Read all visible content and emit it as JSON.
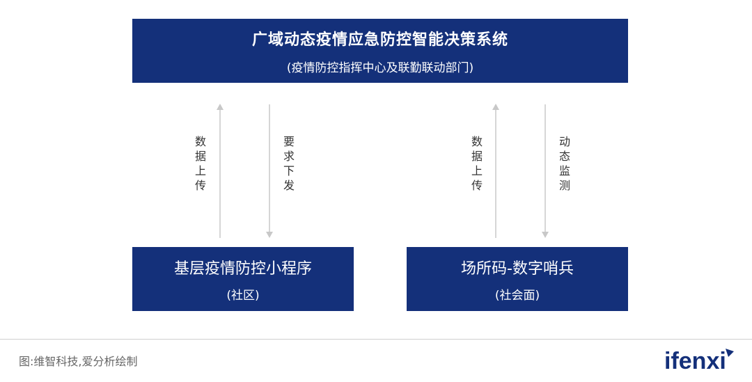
{
  "top_box": {
    "title": "广域动态疫情应急防控智能决策系统",
    "subtitle": "(疫情防控指挥中心及联勤联动部门)"
  },
  "left_box": {
    "title": "基层疫情防控小程序",
    "subtitle": "(社区)"
  },
  "right_box": {
    "title": "场所码-数字哨兵",
    "subtitle": "(社会面)"
  },
  "arrows": {
    "left_up_label": "数据上传",
    "left_down_label": "要求下发",
    "right_up_label": "数据上传",
    "right_down_label": "动态监测"
  },
  "footer": {
    "caption": "图:维智科技,爱分析绘制",
    "logo_text": "ifenxi"
  },
  "colors": {
    "box_fill": "#14307a",
    "arrow": "#c8c8c8"
  }
}
